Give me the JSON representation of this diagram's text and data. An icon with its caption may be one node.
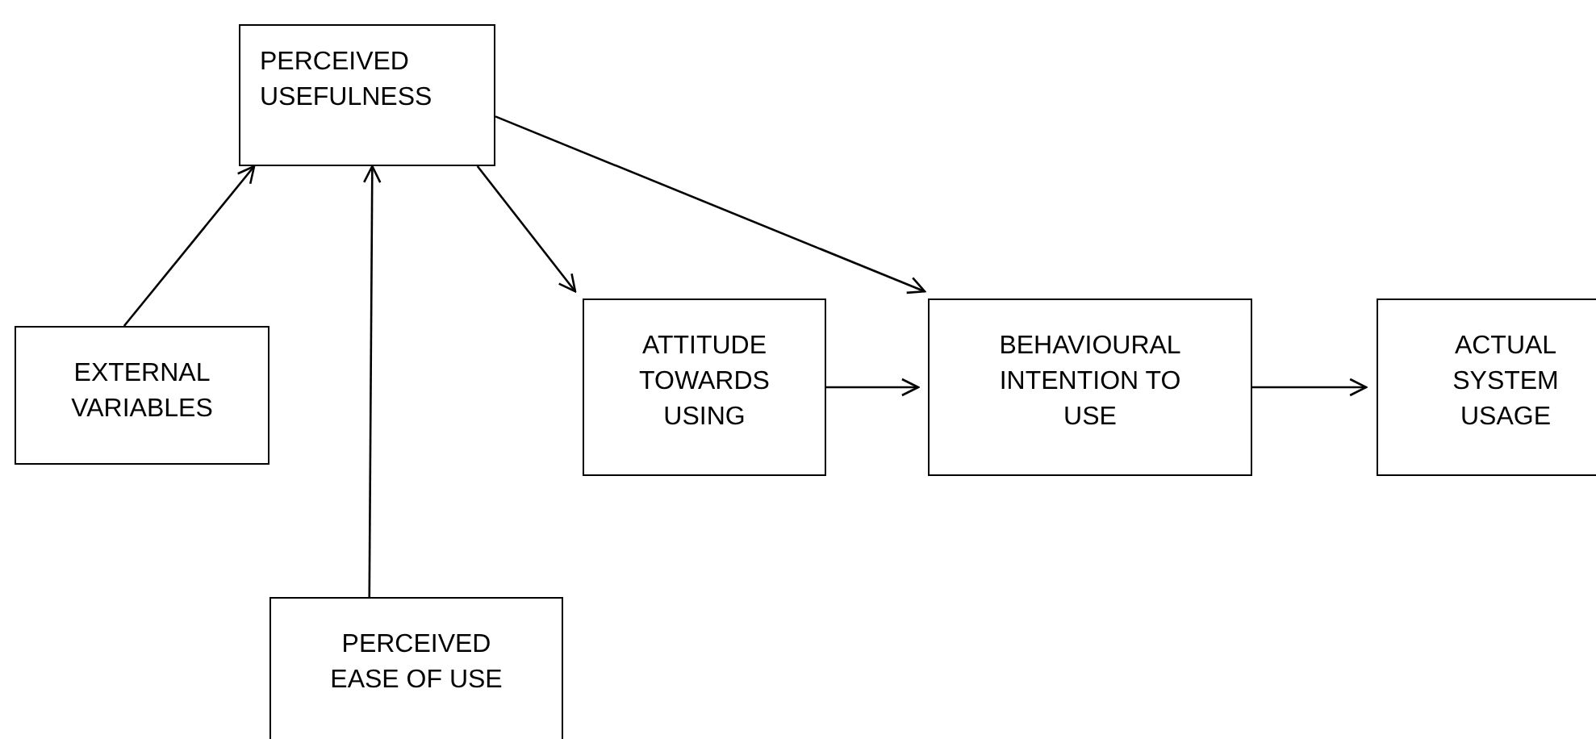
{
  "diagram": {
    "nodes": [
      {
        "text": [
          "PERCEIVED USEFULNESS"
        ]
      },
      {
        "text": [
          "EXTERNAL VARIABLES"
        ]
      },
      {
        "text": [
          "ATTITUDE TOWARDS USING"
        ]
      },
      {
        "text": [
          "BEHAVIOURAL INTENTION TO USE"
        ]
      },
      {
        "text": [
          "ACTUAL SYSTEM USAGE"
        ]
      },
      {
        "text": [
          "PERCEIVED EASE OF USE"
        ]
      }
    ],
    "edges": [
      {
        "from": 1,
        "to": 0,
        "arrow": "to"
      },
      {
        "from": 5,
        "to": 0,
        "arrow": "to"
      },
      {
        "from": 0,
        "to": 2,
        "arrow": "to"
      },
      {
        "from": 0,
        "to": 3,
        "arrow": "to"
      },
      {
        "from": 2,
        "to": 3,
        "arrow": "to"
      },
      {
        "from": 3,
        "to": 4,
        "arrow": "to"
      }
    ]
  }
}
